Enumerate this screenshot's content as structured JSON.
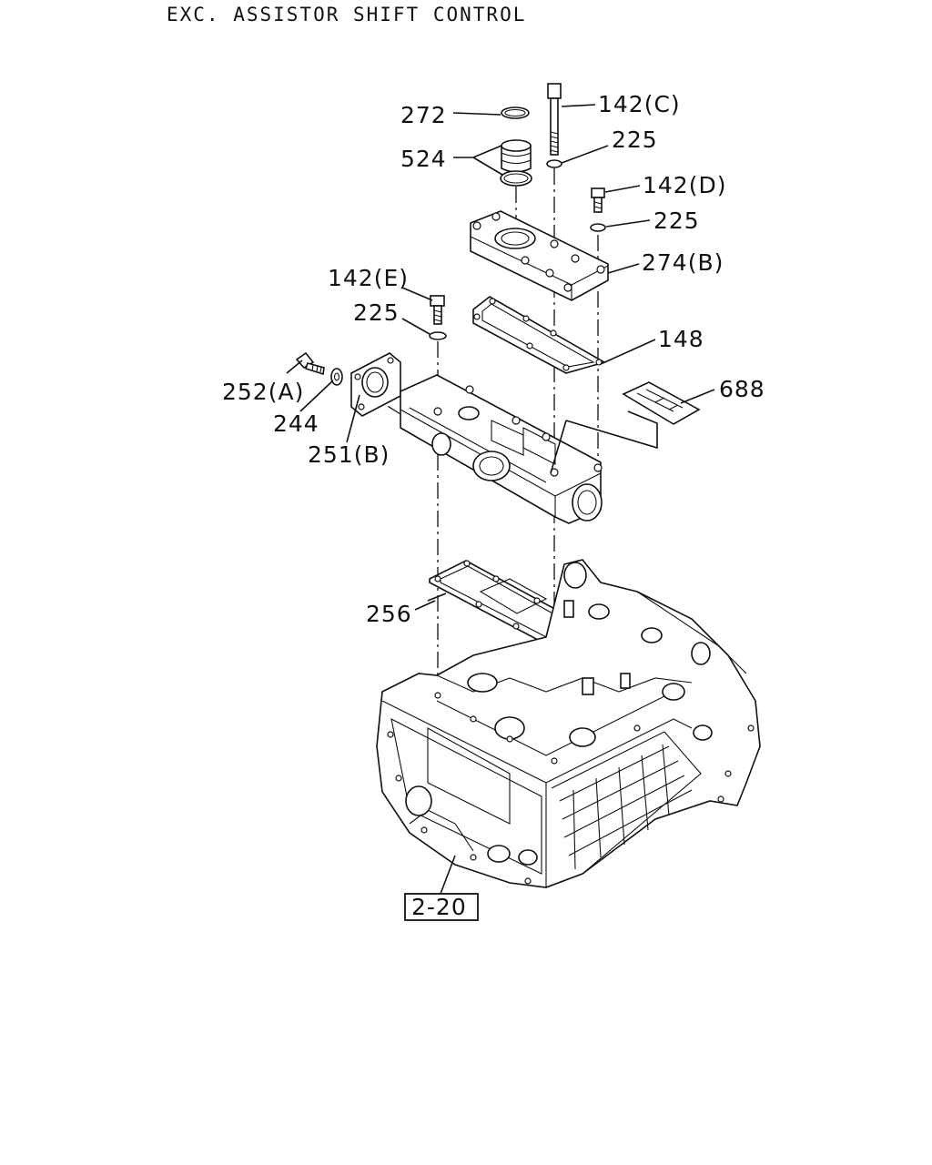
{
  "title": "EXC. ASSISTOR SHIFT CONTROL",
  "callouts": {
    "c272": "272",
    "c524": "524",
    "c142c": "142(C)",
    "c225a": "225",
    "c142d": "142(D)",
    "c225b": "225",
    "c274b": "274(B)",
    "c142e": "142(E)",
    "c225c": "225",
    "c148": "148",
    "c688": "688",
    "c252a": "252(A)",
    "c244": "244",
    "c251b": "251(B)",
    "c256": "256"
  },
  "reference_box": "2-20"
}
